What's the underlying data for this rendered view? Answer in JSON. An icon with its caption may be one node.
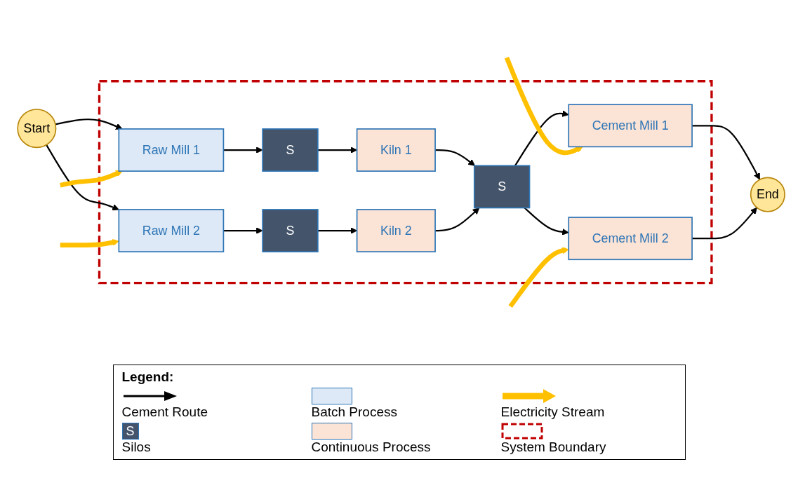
{
  "diagram": {
    "nodes": [
      {
        "text": [
          "Start"
        ]
      },
      {
        "text": [],
        "shape": "box"
      },
      {
        "text": [
          "Raw Mill 1"
        ],
        "in": 1
      },
      {
        "text": [
          "S"
        ],
        "in": 1
      },
      {
        "text": [
          "Kiln 1"
        ],
        "in": 1
      },
      {
        "text": [
          "Raw Mill 2"
        ],
        "in": 1
      },
      {
        "text": [
          "S"
        ],
        "in": 1
      },
      {
        "text": [
          "Kiln 2"
        ],
        "in": 1
      },
      {
        "text": [
          "S"
        ],
        "in": 1
      },
      {
        "text": [
          "Cement Mill 1"
        ],
        "in": 1
      },
      {
        "text": [
          "Cement Mill 2"
        ],
        "in": 1
      },
      {
        "text": [
          "End"
        ]
      }
    ],
    "edges": [
      {
        "from": 0,
        "to": 2,
        "arrow": "to"
      },
      {
        "from": 0,
        "to": 5,
        "arrow": "to"
      },
      {
        "from": 2,
        "to": 3,
        "arrow": "to"
      },
      {
        "from": 3,
        "to": 4,
        "arrow": "to"
      },
      {
        "from": 5,
        "to": 6,
        "arrow": "to"
      },
      {
        "from": 6,
        "to": 7,
        "arrow": "to"
      },
      {
        "from": 4,
        "to": 8,
        "arrow": "to"
      },
      {
        "from": 7,
        "to": 8,
        "arrow": "to"
      },
      {
        "from": 8,
        "to": 9,
        "arrow": "to"
      },
      {
        "from": 8,
        "to": 10,
        "arrow": "to"
      },
      {
        "from": 9,
        "to": 11,
        "arrow": "to"
      },
      {
        "from": 10,
        "to": 11,
        "arrow": "to"
      },
      {
        "from": null,
        "to": 2,
        "arrow": "to",
        "style": "thick",
        "color": "#ffc000"
      },
      {
        "from": null,
        "to": 5,
        "arrow": "to",
        "style": "thick",
        "color": "#ffc000"
      },
      {
        "from": null,
        "to": 9,
        "arrow": "to",
        "style": "thick",
        "color": "#ffc000"
      },
      {
        "from": null,
        "to": 10,
        "arrow": "to",
        "style": "thick",
        "color": "#ffc000"
      }
    ],
    "labels": [
      "Legend:",
      "S"
    ],
    "legend": [
      {
        "text": "Cement Route"
      },
      {
        "text": "Batch Process",
        "color": "#dde9f6"
      },
      {
        "text": "Electricity Stream"
      },
      {
        "text": "Silos",
        "color": "#44546a"
      },
      {
        "text": "Continuous Process",
        "color": "#fbe3d5"
      },
      {
        "text": "System Boundary"
      }
    ]
  }
}
